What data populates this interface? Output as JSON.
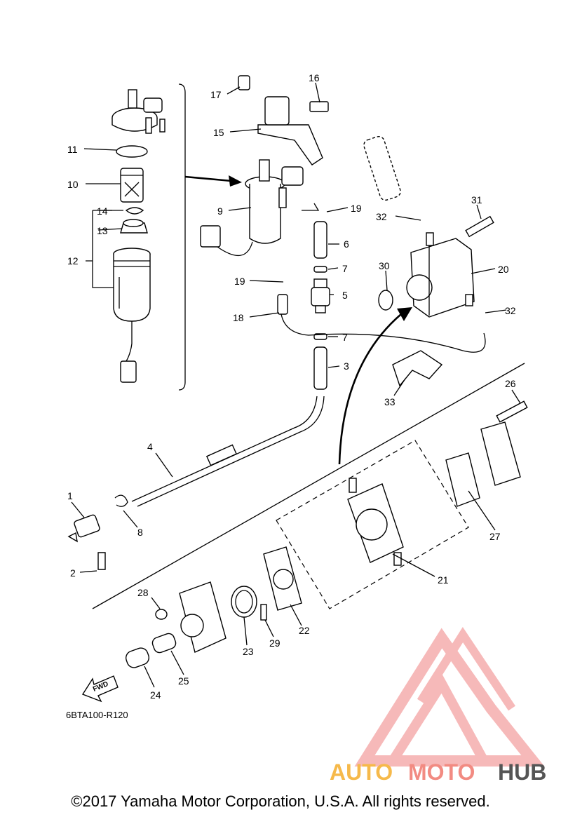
{
  "part_numbers": [
    "1",
    "2",
    "3",
    "4",
    "5",
    "6",
    "7",
    "7",
    "8",
    "9",
    "10",
    "11",
    "12",
    "13",
    "14",
    "15",
    "16",
    "17",
    "18",
    "19",
    "19",
    "20",
    "21",
    "22",
    "23",
    "24",
    "25",
    "26",
    "27",
    "28",
    "29",
    "30",
    "31",
    "32",
    "32",
    "33"
  ],
  "diagram_code": "6BTA100-R120",
  "fwd_label": "FWD",
  "watermark": {
    "brand_a": "AUTO",
    "brand_b": "MOTO",
    "brand_c": "HUB",
    "color_a": "#f6b94a",
    "color_b": "#f28b82",
    "color_c": "#555555"
  },
  "copyright": "©2017 Yamaha Motor Corporation, U.S.A. All rights reserved."
}
